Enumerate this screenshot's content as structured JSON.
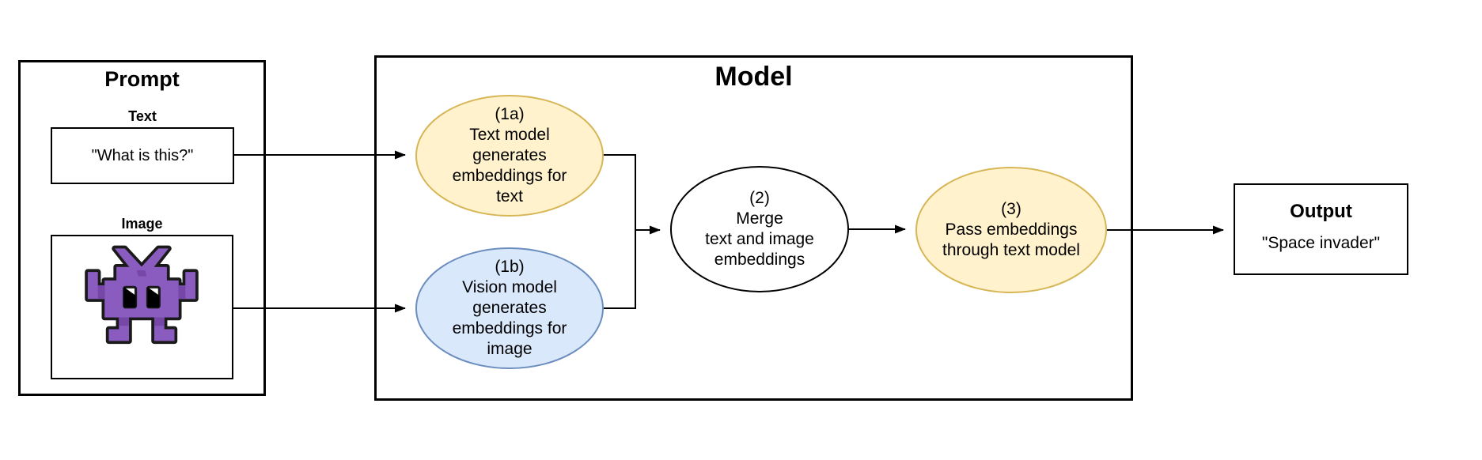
{
  "diagram": {
    "prompt": {
      "title": "Prompt",
      "text_label": "Text",
      "text_value": "\"What is this?\"",
      "image_label": "Image"
    },
    "model": {
      "title": "Model",
      "node_1a": {
        "lines": [
          "(1a)",
          "Text model",
          "generates",
          "embeddings for",
          "text"
        ],
        "fill": "#FFF2CC",
        "stroke": "#D6B656"
      },
      "node_1b": {
        "lines": [
          "(1b)",
          "Vision model",
          "generates",
          "embeddings for",
          "image"
        ],
        "fill": "#DAE8FC",
        "stroke": "#6C8EBF"
      },
      "node_2": {
        "lines": [
          "(2)",
          "Merge",
          "text and image",
          "embeddings"
        ],
        "fill": "#FFFFFF",
        "stroke": "#000000"
      },
      "node_3": {
        "lines": [
          "(3)",
          "Pass embeddings",
          "through text model"
        ],
        "fill": "#FFF2CC",
        "stroke": "#D6B656"
      }
    },
    "output": {
      "title": "Output",
      "value": "\"Space invader\""
    },
    "icons": {
      "space_invader": {
        "body_color": "#8B5CC0",
        "shade_color": "#7747A8",
        "outline_color": "#1A1A1A",
        "eye_white": "#FFFFFF",
        "pupil_color": "#000000"
      }
    },
    "line_color": "#000000"
  }
}
